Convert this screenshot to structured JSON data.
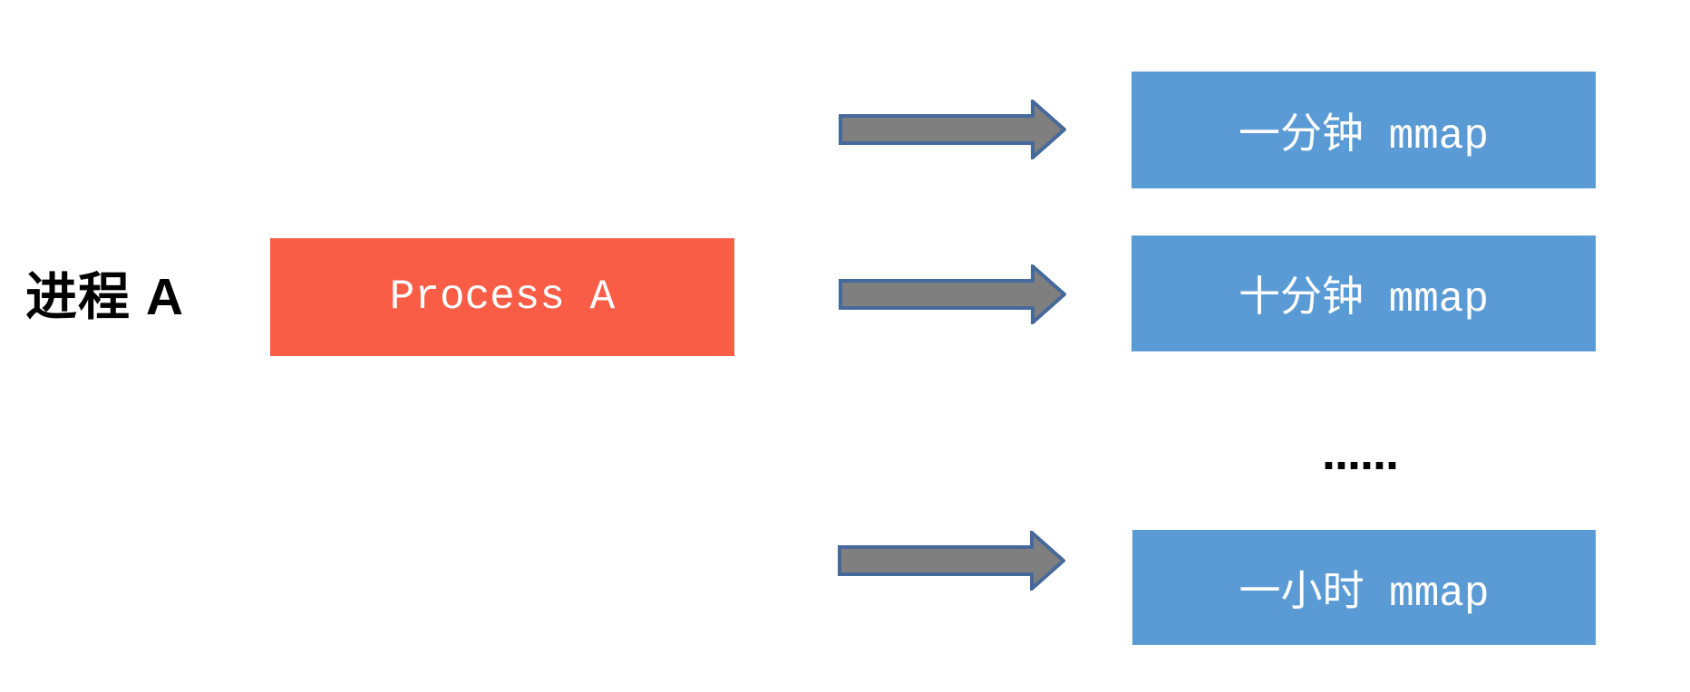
{
  "diagram": {
    "process_label": {
      "text": "进程 A",
      "color": "#000000"
    },
    "process_box": {
      "label": "Process A",
      "background": "#F95D46",
      "text_color": "#FFFFFF"
    },
    "mmap_boxes": [
      {
        "label": "一分钟 mmap"
      },
      {
        "label": "十分钟 mmap"
      },
      {
        "label": "一小时 mmap"
      }
    ],
    "mmap_style": {
      "background": "#5B9BD5",
      "text_color": "#FFFFFF"
    },
    "arrow": {
      "fill": "#7F7F7F",
      "stroke": "#46699B"
    },
    "ellipsis": "......"
  }
}
